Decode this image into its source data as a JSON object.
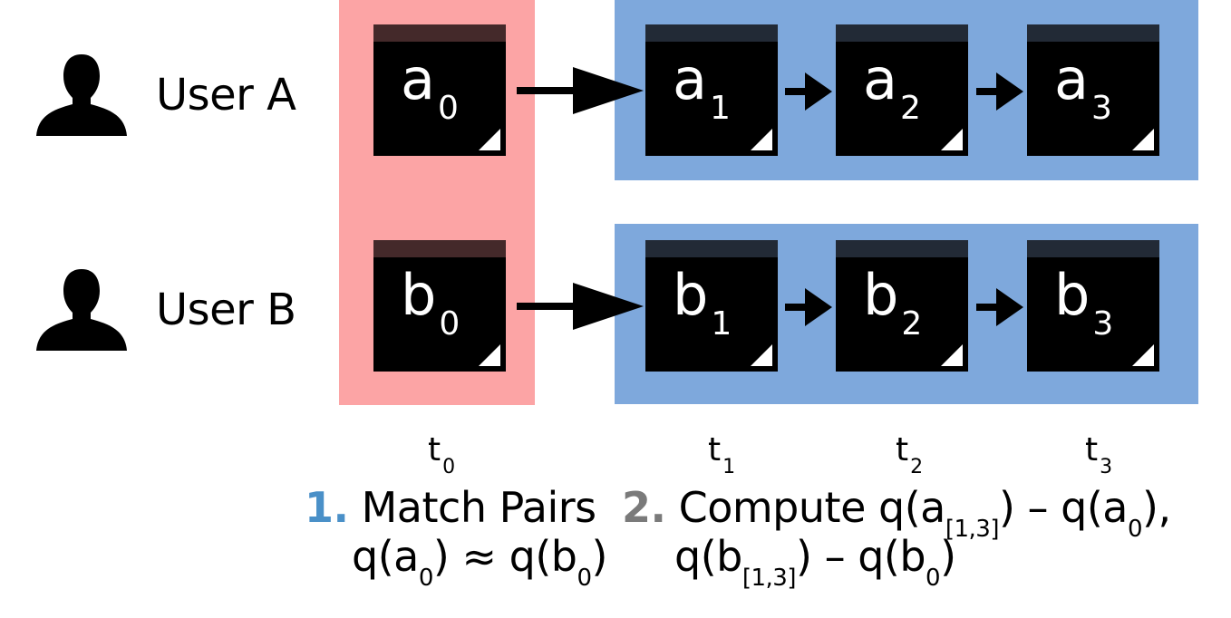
{
  "colors": {
    "baseline_panel": "#fca4a5",
    "followup_panel": "#7ea8dc",
    "baseline_bar": "#44292a",
    "followup_bar": "#222a36",
    "step1_number": "#4a90c8",
    "step2_number": "#7a7a7a"
  },
  "users": [
    {
      "name": "User A",
      "icon": "user-silhouette-icon"
    },
    {
      "name": "User B",
      "icon": "user-silhouette-icon"
    }
  ],
  "docs": {
    "a0": {
      "base": "a",
      "sub": "0"
    },
    "a1": {
      "base": "a",
      "sub": "1"
    },
    "a2": {
      "base": "a",
      "sub": "2"
    },
    "a3": {
      "base": "a",
      "sub": "3"
    },
    "b0": {
      "base": "b",
      "sub": "0"
    },
    "b1": {
      "base": "b",
      "sub": "1"
    },
    "b2": {
      "base": "b",
      "sub": "2"
    },
    "b3": {
      "base": "b",
      "sub": "3"
    }
  },
  "timesteps": [
    {
      "base": "t",
      "sub": "0"
    },
    {
      "base": "t",
      "sub": "1"
    },
    {
      "base": "t",
      "sub": "2"
    },
    {
      "base": "t",
      "sub": "3"
    }
  ],
  "step1": {
    "number": "1.",
    "title": "Match Pairs",
    "f_q1": "q(a",
    "f_sub1": "0",
    "f_mid": ") ≈ q(b",
    "f_sub2": "0",
    "f_end": ")"
  },
  "step2": {
    "number": "2.",
    "l1_text": "Compute q(a",
    "l1_sub1": "[1,3]",
    "l1_mid": ") – q(a",
    "l1_sub2": "0",
    "l1_end": "),",
    "l2_text": "q(b",
    "l2_sub1": "[1,3]",
    "l2_mid": ") – q(b",
    "l2_sub2": "0",
    "l2_end": ")"
  }
}
